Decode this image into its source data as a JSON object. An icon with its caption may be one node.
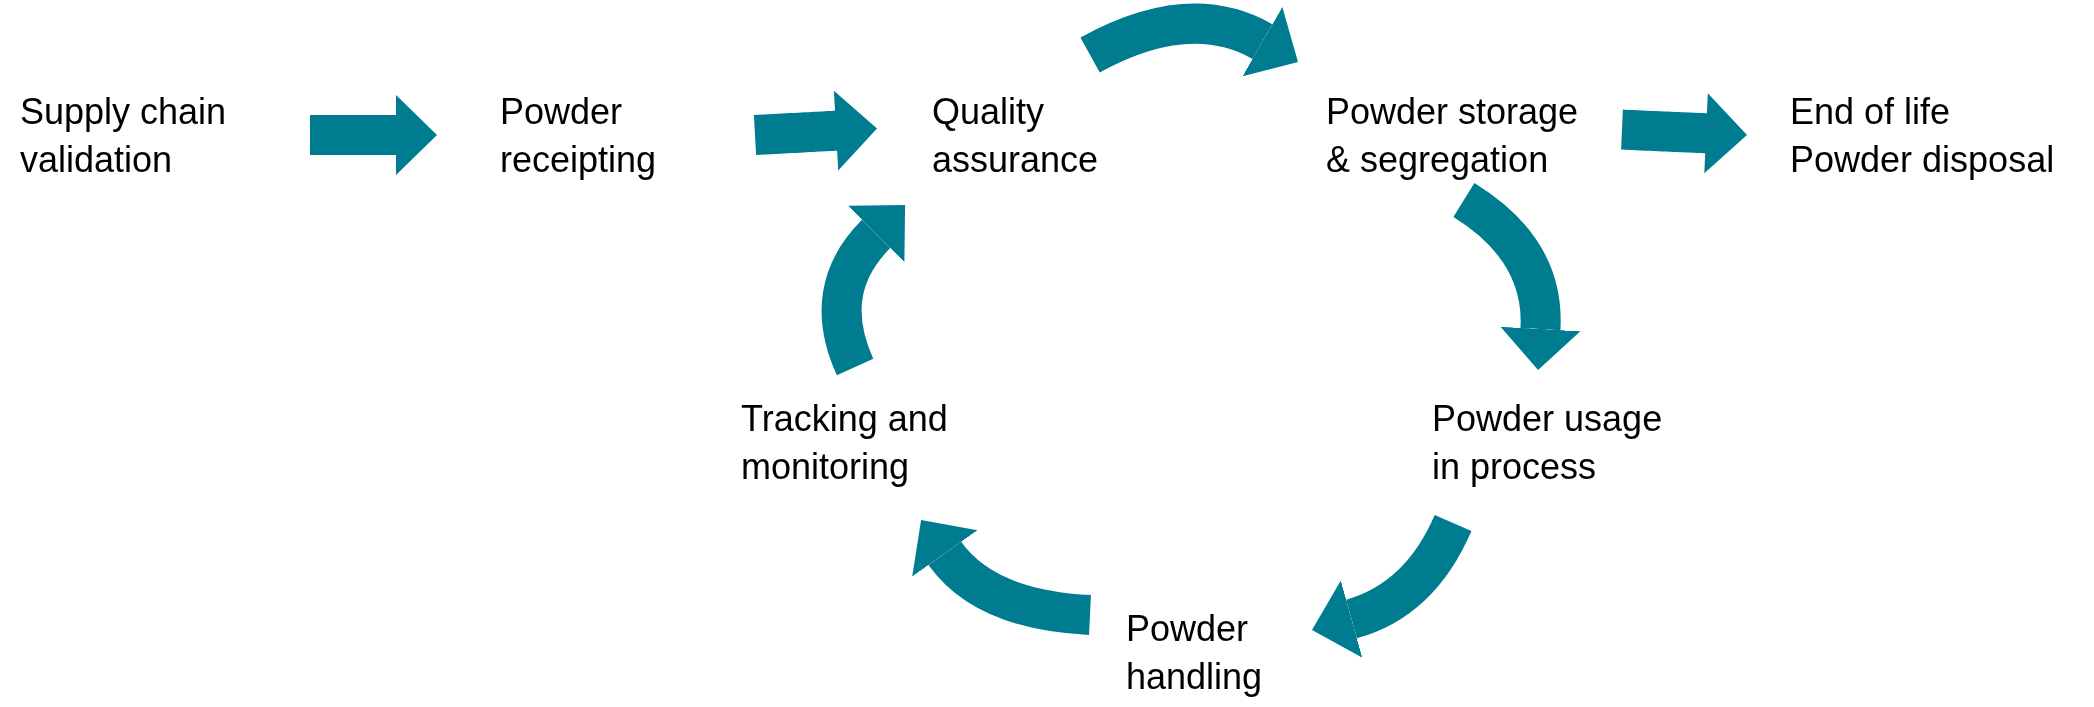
{
  "diagram": {
    "nodes": [
      {
        "text": [
          "Supply chain validation"
        ]
      },
      {
        "text": [
          "Powder receipting"
        ]
      },
      {
        "text": [
          "Quality assurance"
        ]
      },
      {
        "text": [
          "Powder storage & segregation"
        ]
      },
      {
        "text": [
          "End of life Powder disposal"
        ]
      },
      {
        "text": [
          "Powder usage in process"
        ]
      },
      {
        "text": [
          "Powder handling"
        ]
      },
      {
        "text": [
          "Tracking and monitoring"
        ]
      }
    ],
    "edges": [
      {
        "from": 0,
        "to": 1,
        "arrow": "to"
      },
      {
        "from": 1,
        "to": 2,
        "arrow": "to"
      },
      {
        "from": 2,
        "to": 3,
        "arrow": "to"
      },
      {
        "from": 3,
        "to": 4,
        "arrow": "to"
      },
      {
        "from": 3,
        "to": 5,
        "arrow": "to"
      },
      {
        "from": 5,
        "to": 6,
        "arrow": "to"
      },
      {
        "from": 6,
        "to": 7,
        "arrow": "to"
      },
      {
        "from": 7,
        "to": 2,
        "arrow": "to"
      }
    ]
  }
}
